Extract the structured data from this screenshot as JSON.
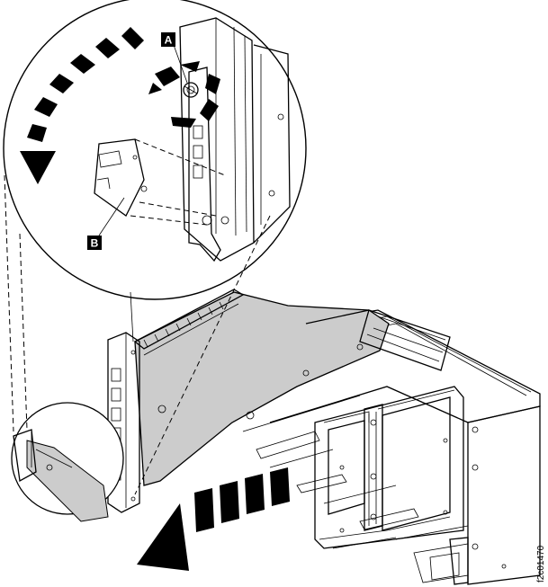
{
  "callouts": {
    "a": {
      "label": "A"
    },
    "b": {
      "label": "B"
    }
  },
  "figure_id": "f2c01470",
  "colors": {
    "panel_gray": "#cccccc",
    "chassis_white": "#ffffff",
    "line": "#000000",
    "label_fill": "#000000",
    "label_text": "#ffffff"
  }
}
